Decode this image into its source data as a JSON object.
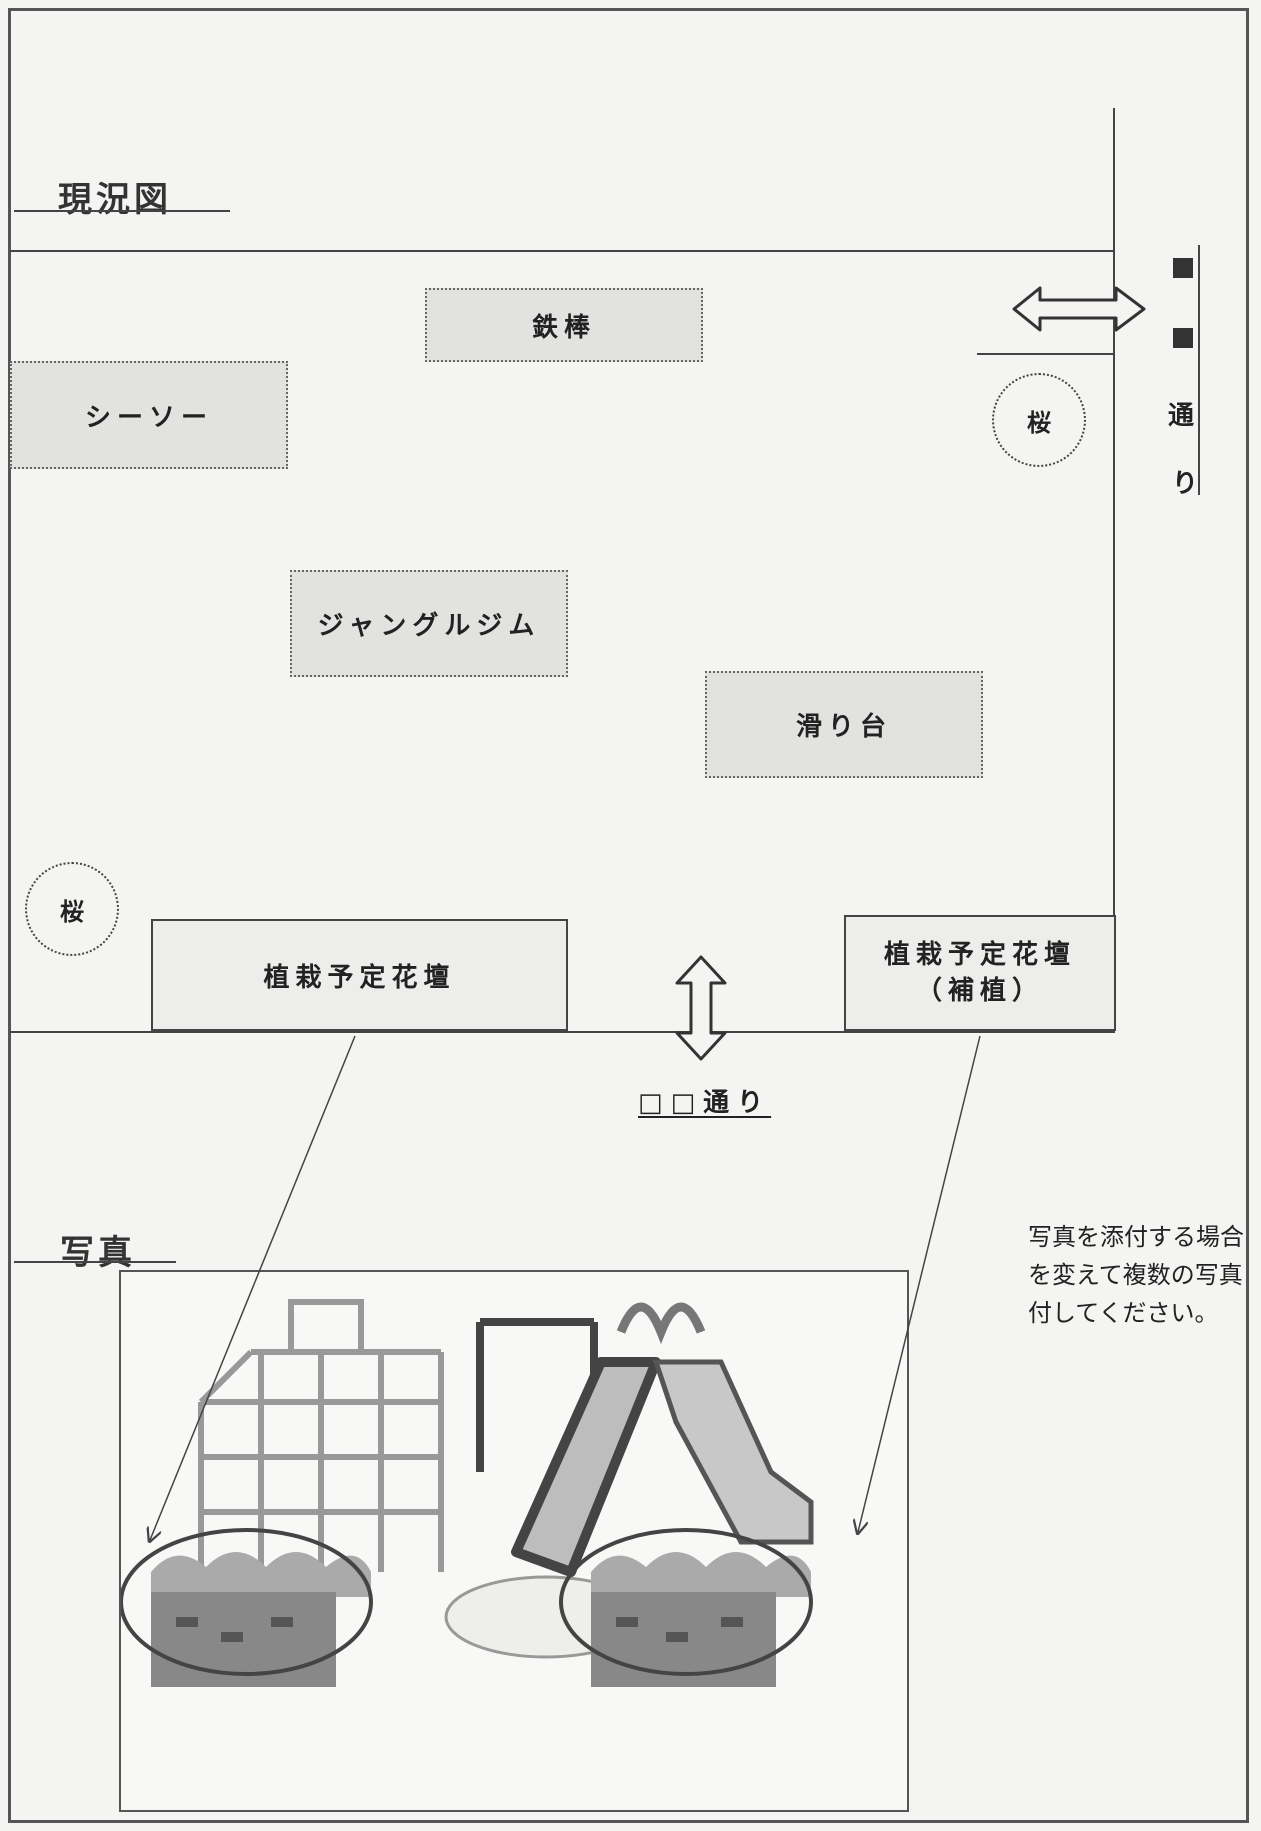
{
  "map": {
    "title": "現況図",
    "items": {
      "tetsubou": "鉄棒",
      "seesaw": "シーソー",
      "jungle_gym": "ジャングルジム",
      "slide": "滑り台",
      "flowerbed_left": "植栽予定花壇",
      "flowerbed_right_line1": "植栽予定花壇",
      "flowerbed_right_line2": "（補植）",
      "sakura_right": "桜",
      "sakura_left": "桜"
    },
    "street_right": [
      "■",
      "■",
      "通",
      "り"
    ],
    "street_bottom": "□□通り"
  },
  "photo": {
    "title": "写真",
    "note": "写真を添付する場合\nを変えて複数の写真\n付してください。"
  }
}
